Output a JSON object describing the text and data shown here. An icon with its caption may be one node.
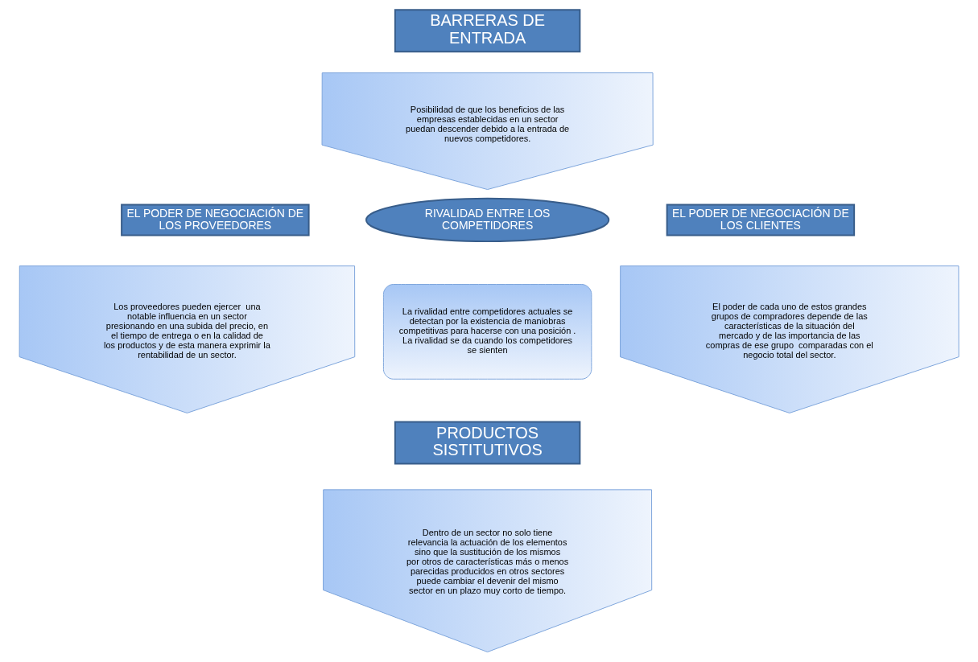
{
  "diagram": {
    "nodes": [
      {
        "text": [
          "BARRERAS DE ENTRADA"
        ]
      },
      {
        "text": [
          "Posibilidad de que los beneficios de las empresas establecidas en un sector puedan descender debido a la entrada de nuevos competidores."
        ]
      },
      {
        "text": [
          "EL PODER DE NEGOCIACIÓN DE LOS PROVEEDORES"
        ]
      },
      {
        "text": [
          "RIVALIDAD ENTRE LOS COMPETIDORES"
        ]
      },
      {
        "text": [
          "EL PODER DE NEGOCIACIÓN DE LOS CLIENTES"
        ]
      },
      {
        "text": [
          "Los proveedores pueden ejercer  una notable influencia en un sector presionando en una subida del precio, en el tiempo de entrega o en la calidad de los productos y de esta manera exprimir la rentabilidad de un sector."
        ]
      },
      {
        "text": [
          "La rivalidad entre competidores actuales se detectan por la existencia de maniobras competitivas para hacerse con una posición . La rivalidad se da cuando los competidores se sienten"
        ]
      },
      {
        "text": [
          "El poder de cada uno de estos grandes grupos de compradores depende de las características de la situación del mercado y de las importancia de las compras de ese grupo  comparadas con el negocio total del sector."
        ]
      },
      {
        "text": [
          "PRODUCTOS SISTITUTIVOS"
        ]
      },
      {
        "text": [
          "Dentro de un sector no solo tiene relevancia la actuación de los elementos sino que la sustitución de los mismos  por otros de características más o menos parecidas producidos en otros sectores puede cambiar el devenir del mismo sector en un plazo muy corto de tiempo."
        ]
      }
    ],
    "edges": []
  }
}
